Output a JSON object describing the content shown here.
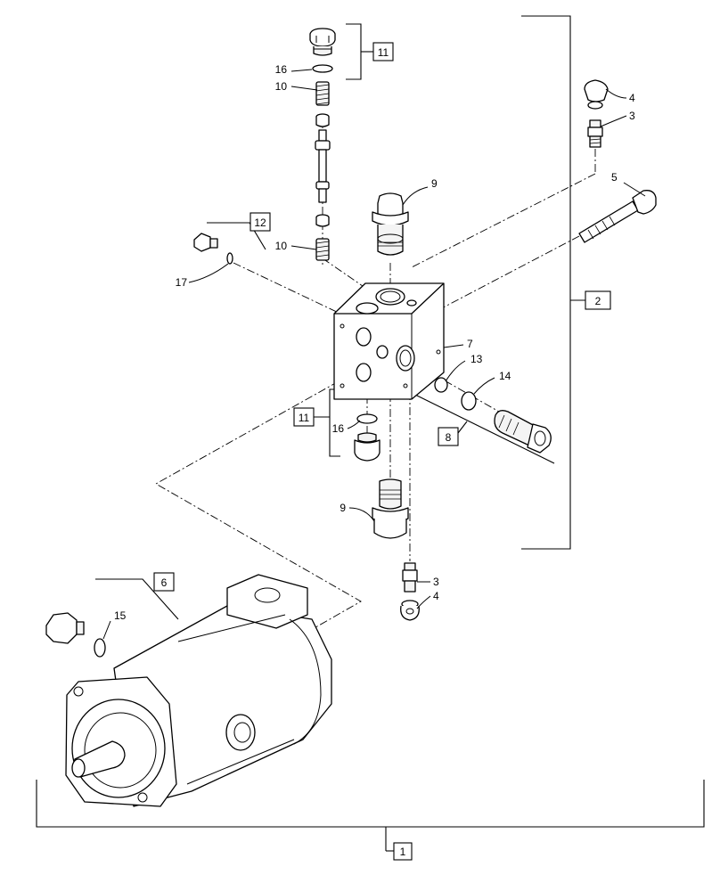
{
  "callouts": {
    "c1": "1",
    "c2": "2",
    "c3a": "3",
    "c3b": "3",
    "c4a": "4",
    "c4b": "4",
    "c5": "5",
    "c6": "6",
    "c7": "7",
    "c8": "8",
    "c9a": "9",
    "c9b": "9",
    "c10a": "10",
    "c10b": "10",
    "c11a": "11",
    "c11b": "11",
    "c12": "12",
    "c13": "13",
    "c14": "14",
    "c15": "15",
    "c16a": "16",
    "c16b": "16",
    "c17": "17"
  }
}
